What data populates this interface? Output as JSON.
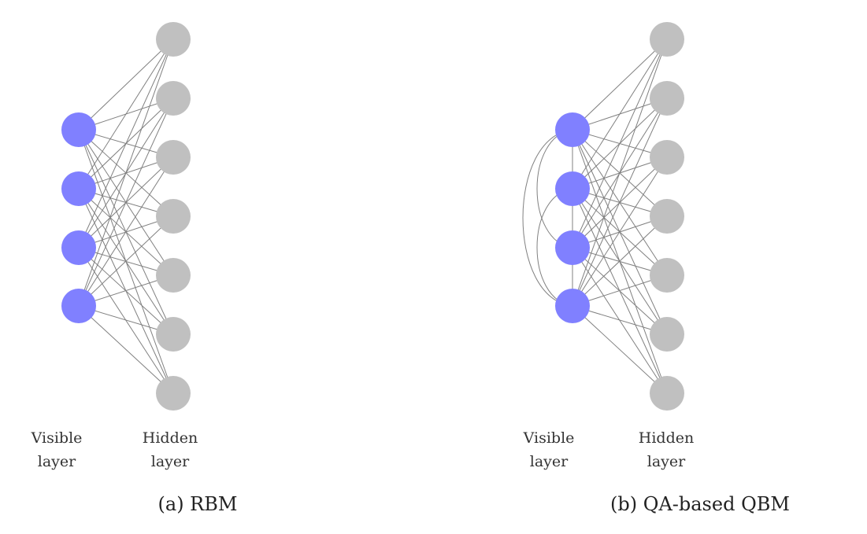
{
  "colors": {
    "visible_node": "#8080ff",
    "hidden_node": "#c0c0c0",
    "edge": "#808080",
    "text": "#222222"
  },
  "panels": [
    {
      "id": "rbm",
      "caption": "(a) RBM",
      "visible_label": [
        "Visible",
        "layer"
      ],
      "hidden_label": [
        "Hidden",
        "layer"
      ],
      "visible_count": 4,
      "hidden_count": 7,
      "visible_visible_links": false
    },
    {
      "id": "qbm",
      "caption": "(b) QA-based QBM",
      "visible_label": [
        "Visible",
        "layer"
      ],
      "hidden_label": [
        "Hidden",
        "layer"
      ],
      "visible_count": 4,
      "hidden_count": 7,
      "visible_visible_links": true
    }
  ]
}
